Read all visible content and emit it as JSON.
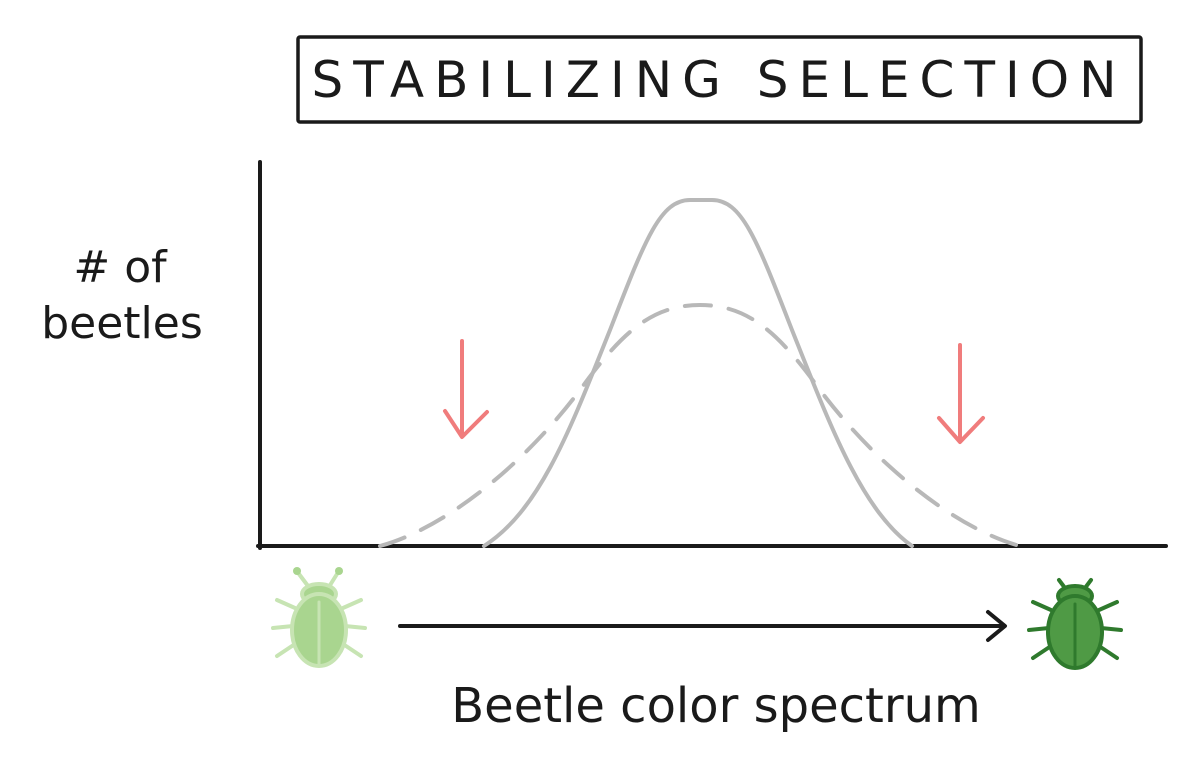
{
  "title": "STABILIZING SELECTION",
  "ylabel_line1": "# of",
  "ylabel_line2": "beetles",
  "xlabel": "Beetle color spectrum",
  "colors": {
    "ink": "#1a1a1a",
    "curve": "#b8b8b8",
    "arrow_pressure": "#f07c7c",
    "beetle_light": "#a9d58f",
    "beetle_light_stroke": "#c7e4b3",
    "beetle_dark": "#4f9a45",
    "beetle_dark_stroke": "#2f7a2d"
  },
  "icons": {
    "left_beetle": "beetle-icon",
    "right_beetle": "beetle-icon",
    "pressure_arrows": "down-arrow-icon"
  }
}
